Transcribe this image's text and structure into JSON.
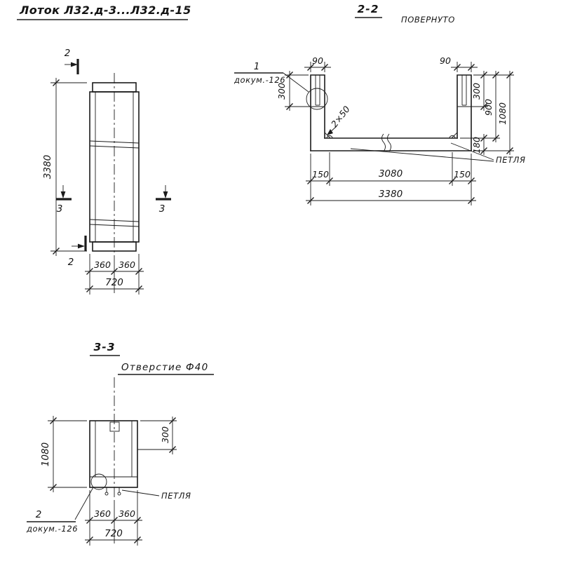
{
  "drawing": {
    "title": "Лоток Л32.д-3...Л32.д-15",
    "ink_color": "#1b1b1b",
    "background_color": "#ffffff"
  },
  "plan": {
    "section_marker_top": "2",
    "section_marker_bottom": "2",
    "section_marker_left": "3",
    "section_marker_right": "3",
    "dim_length": "3380",
    "dim_half_width_left": "360",
    "dim_half_width_right": "360",
    "dim_width": "720"
  },
  "section_2_2": {
    "label": "2-2",
    "note_rotated": "ПОВЕРНУТО",
    "callout_number": "1",
    "callout_doc": "докум.-126",
    "dim_wall_left": "90",
    "dim_wall_right": "90",
    "dim_300_left": "300",
    "dim_300_right": "300",
    "dim_slab": "180",
    "dim_inner_height": "900",
    "dim_height": "1080",
    "chamfer_note": "2×50",
    "loop_label": "ПЕТЛЯ",
    "dim_150_left": "150",
    "dim_3080": "3080",
    "dim_150_right": "150",
    "dim_3380": "3380"
  },
  "section_3_3": {
    "label": "3-3",
    "hole_note": "Отверстие Ф40",
    "dim_height": "1080",
    "dim_300": "300",
    "loop_label": "ПЕТЛЯ",
    "callout_number": "2",
    "callout_doc": "докум.-126",
    "dim_360_left": "360",
    "dim_360_right": "360",
    "dim_width": "720"
  }
}
